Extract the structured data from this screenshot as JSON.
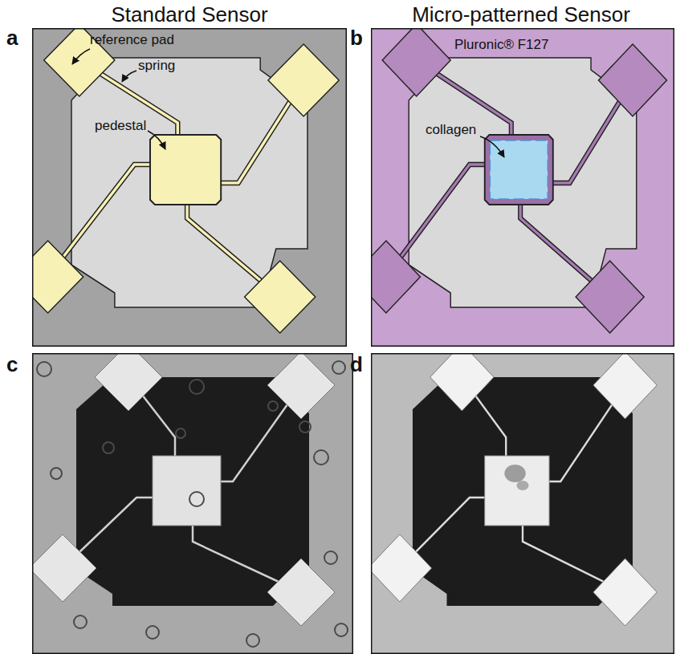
{
  "diagram": {
    "labels": [
      "Standard Sensor",
      "Micro-patterned Sensor",
      "a",
      "reference pad",
      "spring",
      "pedestal",
      "b",
      "Pluronic® F127",
      "collagen",
      "c",
      "d"
    ]
  }
}
